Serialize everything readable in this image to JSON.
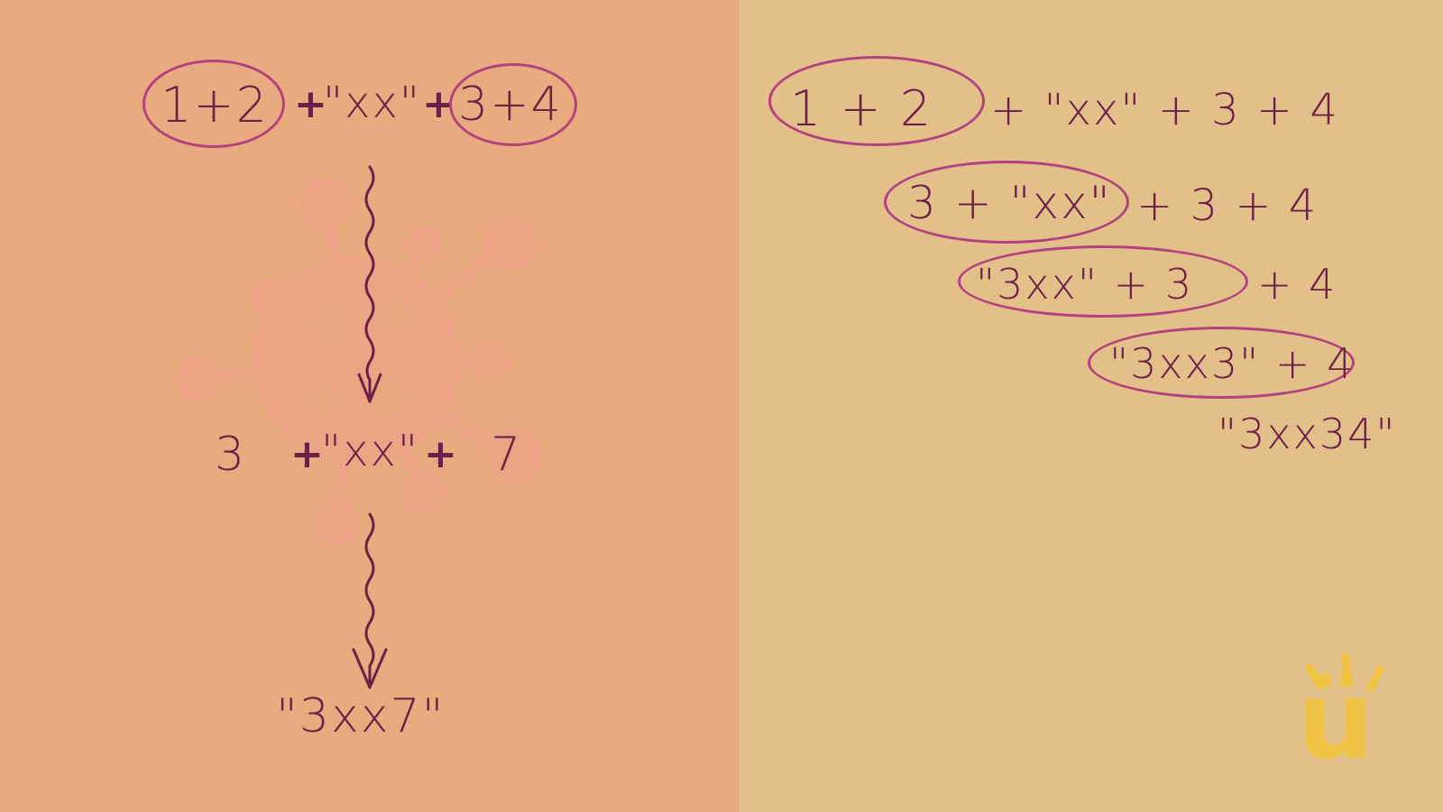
{
  "left": {
    "top_expression": {
      "group_a": "1+2",
      "op1": "+",
      "string_literal": "\"xx\"",
      "op2": "+",
      "group_b": "3+4"
    },
    "middle_expression": {
      "left_value": "3",
      "op1": "+",
      "string_literal": "\"xx\"",
      "op2": "+",
      "right_value": "7"
    },
    "result": "\"3xx7\""
  },
  "right": {
    "steps": [
      {
        "circled": "1 + 2",
        "rest": "+ \"xx\" + 3 + 4"
      },
      {
        "circled": "3 + \"xx\"",
        "rest": "+ 3 + 4"
      },
      {
        "circled": "\"3xx\" + 3",
        "rest": "+ 4"
      },
      {
        "circled": "\"3xx3\" + 4",
        "rest": ""
      }
    ],
    "final": "\"3xx34\""
  },
  "logo": {
    "glyph": "ü",
    "color": "#f2c43a"
  },
  "colors": {
    "ink": "#6b2048",
    "circle": "#b2437c",
    "left_bg": "#e8aa7e",
    "right_bg": "#e3bf8a",
    "watermark": "#f0a08a"
  },
  "icons": [
    "virus-watermark-icon",
    "arrow-down-icon",
    "sun-rays-logo-icon"
  ]
}
